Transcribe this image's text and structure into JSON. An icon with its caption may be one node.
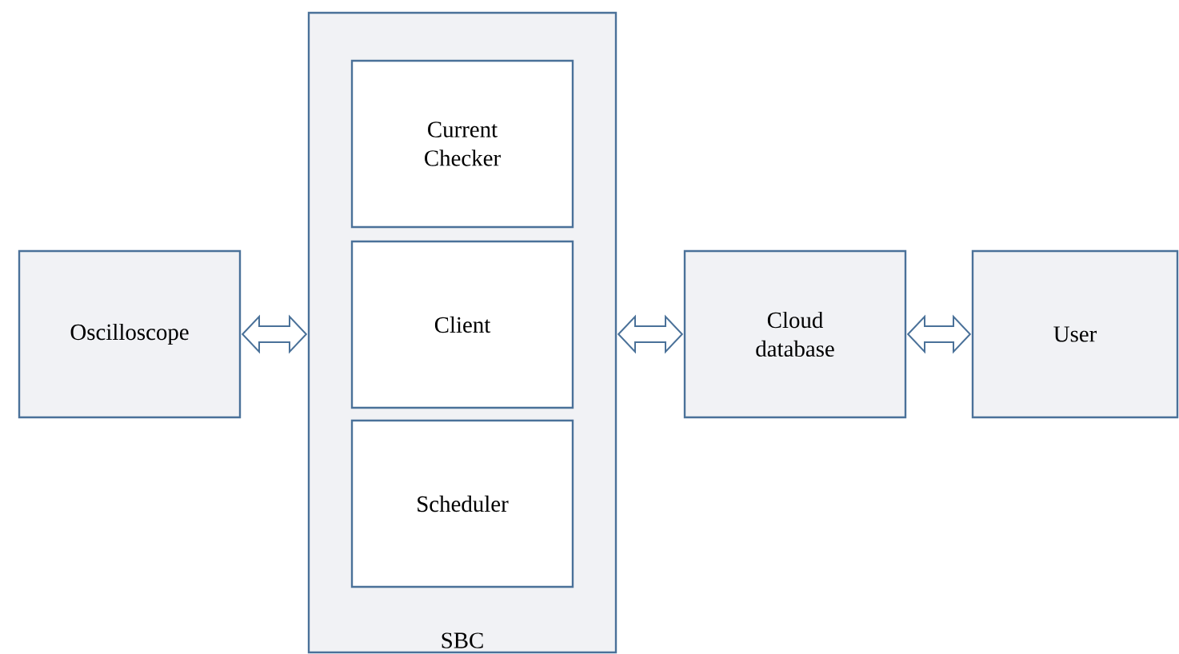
{
  "diagram": {
    "nodes": [
      {
        "text": [
          "Oscilloscope"
        ]
      },
      {
        "text": [
          "SBC"
        ]
      },
      {
        "text": [
          "Current Checker"
        ],
        "in": 1
      },
      {
        "text": [
          "Client"
        ],
        "in": 1
      },
      {
        "text": [
          "Scheduler"
        ],
        "in": 1
      },
      {
        "text": [
          "Cloud database"
        ]
      },
      {
        "text": [
          "User"
        ]
      }
    ],
    "edges": [
      {
        "from": 0,
        "to": 1,
        "arrow": "both"
      },
      {
        "from": 1,
        "to": 5,
        "arrow": "both"
      },
      {
        "from": 5,
        "to": 6,
        "arrow": "both"
      }
    ]
  }
}
